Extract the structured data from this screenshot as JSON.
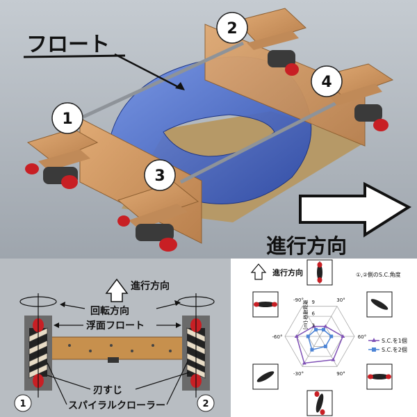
{
  "top_panel": {
    "float_label": "フロート",
    "direction_label": "進行方向",
    "markers": [
      "1",
      "2",
      "3",
      "4"
    ]
  },
  "bottom_left": {
    "direction_label": "進行方向",
    "rotation_label": "回転方向",
    "float_label": "浮面フロート",
    "blade_label": "刃すじ",
    "crawler_label": "スパイラルクローラー",
    "markers": [
      "1",
      "2"
    ]
  },
  "bottom_right": {
    "direction_label": "進行方向",
    "title": "①,②側のS.C.角度",
    "axis_label": "[m] 移動距離",
    "angle_labels": [
      "30°",
      "60°",
      "90°",
      "-30°",
      "-60°",
      "-90°"
    ],
    "radial_ticks": [
      "3",
      "6",
      "9"
    ],
    "legend": [
      "S.C.を1個",
      "S.C.を2個"
    ]
  },
  "chart_data": {
    "type": "radar",
    "title": "①,②側のS.C.角度",
    "angles": [
      "30°",
      "60°",
      "90°",
      "-30°",
      "-60°",
      "-90°"
    ],
    "radial_max": 9,
    "radial_ticks": [
      3,
      6,
      9
    ],
    "series": [
      {
        "name": "S.C.を1個",
        "values": [
          3,
          6,
          7,
          8,
          6,
          3
        ]
      },
      {
        "name": "S.C.を2個",
        "values": [
          2,
          3,
          3,
          4,
          3,
          2
        ]
      }
    ]
  },
  "colors": {
    "panel_bg": "#b9c0c8",
    "wood": "#d29a64",
    "float_blue": "#2d57c9",
    "wheel_red": "#c81f24",
    "series1": "#7f50b6",
    "series2": "#4c84d6"
  }
}
